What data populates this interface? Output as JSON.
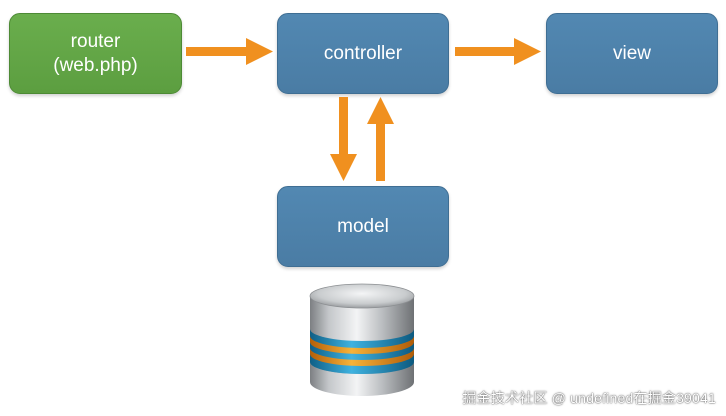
{
  "nodes": {
    "router": "router\n(web.php)",
    "controller": "controller",
    "view": "view",
    "model": "model"
  },
  "watermark": "掘金技术社区 @ undefined在掘金39041",
  "colors": {
    "router_fill": "#5ea342",
    "box_fill": "#4d80a8",
    "arrow": "#f0901f"
  },
  "icons": {
    "database": "database-icon"
  }
}
